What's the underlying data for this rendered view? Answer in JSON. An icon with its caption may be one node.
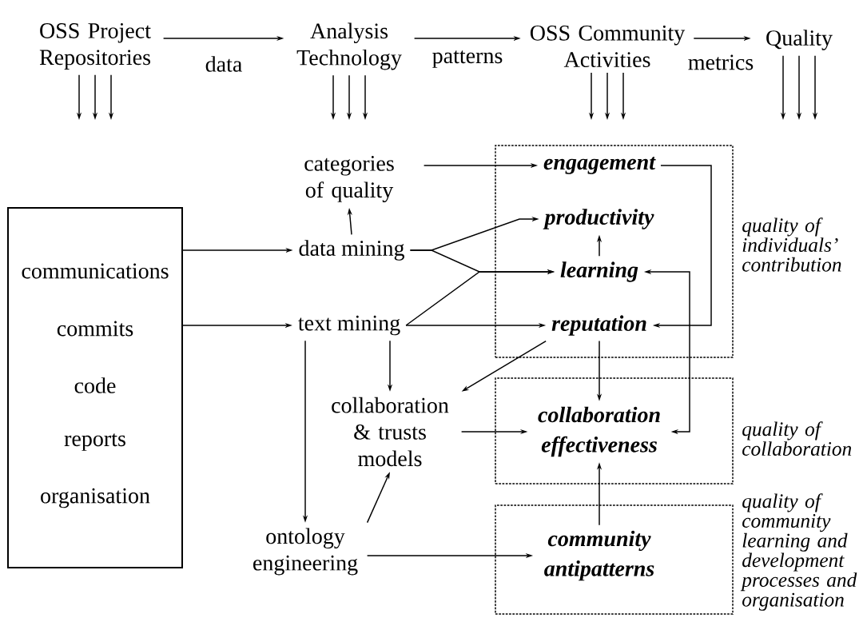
{
  "diagram": {
    "nodes": [
      {
        "text": [
          "OSS Project Repositories"
        ]
      },
      {
        "text": [
          "Analysis Technology"
        ]
      },
      {
        "text": [
          "OSS Community Activities"
        ]
      },
      {
        "text": [
          "Quality"
        ]
      },
      {
        "text": [
          "communications",
          "commits",
          "code",
          "reports",
          "organisation"
        ]
      },
      {
        "text": [
          "categories of quality"
        ]
      },
      {
        "text": [
          "data mining"
        ]
      },
      {
        "text": [
          "text mining"
        ]
      },
      {
        "text": [
          "collaboration & trusts models"
        ]
      },
      {
        "text": [
          "ontology engineering"
        ]
      },
      {
        "text": [
          "quality of individuals’ contribution"
        ]
      },
      {
        "text": [
          "engagement"
        ],
        "in": 10
      },
      {
        "text": [
          "productivity"
        ],
        "in": 10
      },
      {
        "text": [
          "learning"
        ],
        "in": 10
      },
      {
        "text": [
          "reputation"
        ],
        "in": 10
      },
      {
        "text": [
          "quality of collaboration"
        ]
      },
      {
        "text": [
          "collaboration effectiveness"
        ],
        "in": 15
      },
      {
        "text": [
          "quality of community learning and development processes and organisation"
        ]
      },
      {
        "text": [
          "community antipatterns"
        ],
        "in": 17
      }
    ],
    "edges": [
      {
        "from": 0,
        "to": 1,
        "arrow": "to",
        "label": "data"
      },
      {
        "from": 1,
        "to": 2,
        "arrow": "to",
        "label": "patterns"
      },
      {
        "from": 2,
        "to": 3,
        "arrow": "to",
        "label": "metrics"
      },
      {
        "from": 0,
        "to": null,
        "arrow": "to"
      },
      {
        "from": 0,
        "to": null,
        "arrow": "to"
      },
      {
        "from": 0,
        "to": null,
        "arrow": "to"
      },
      {
        "from": 1,
        "to": null,
        "arrow": "to"
      },
      {
        "from": 1,
        "to": null,
        "arrow": "to"
      },
      {
        "from": 1,
        "to": null,
        "arrow": "to"
      },
      {
        "from": 2,
        "to": null,
        "arrow": "to"
      },
      {
        "from": 2,
        "to": null,
        "arrow": "to"
      },
      {
        "from": 2,
        "to": null,
        "arrow": "to"
      },
      {
        "from": 3,
        "to": null,
        "arrow": "to"
      },
      {
        "from": 3,
        "to": null,
        "arrow": "to"
      },
      {
        "from": 3,
        "to": null,
        "arrow": "to"
      },
      {
        "from": 4,
        "to": 6,
        "arrow": "to"
      },
      {
        "from": 4,
        "to": 7,
        "arrow": "to"
      },
      {
        "from": 6,
        "to": 5,
        "arrow": "to"
      },
      {
        "from": 5,
        "to": 11,
        "arrow": "to"
      },
      {
        "from": 6,
        "to": 12,
        "arrow": "to"
      },
      {
        "from": 6,
        "to": 13,
        "arrow": "to"
      },
      {
        "from": 7,
        "to": 13,
        "arrow": "to"
      },
      {
        "from": 7,
        "to": 14,
        "arrow": "to"
      },
      {
        "from": 13,
        "to": 12,
        "arrow": "to"
      },
      {
        "from": 11,
        "to": 14,
        "arrow": "to"
      },
      {
        "from": 13,
        "to": 16,
        "arrow": "both"
      },
      {
        "from": 7,
        "to": 8,
        "arrow": "to"
      },
      {
        "from": 7,
        "to": 9,
        "arrow": "to"
      },
      {
        "from": 14,
        "to": 8,
        "arrow": "to"
      },
      {
        "from": 14,
        "to": 16,
        "arrow": "to"
      },
      {
        "from": 8,
        "to": 16,
        "arrow": "to"
      },
      {
        "from": 9,
        "to": 8,
        "arrow": "to"
      },
      {
        "from": 9,
        "to": 18,
        "arrow": "to"
      },
      {
        "from": 18,
        "to": 16,
        "arrow": "to"
      }
    ]
  }
}
